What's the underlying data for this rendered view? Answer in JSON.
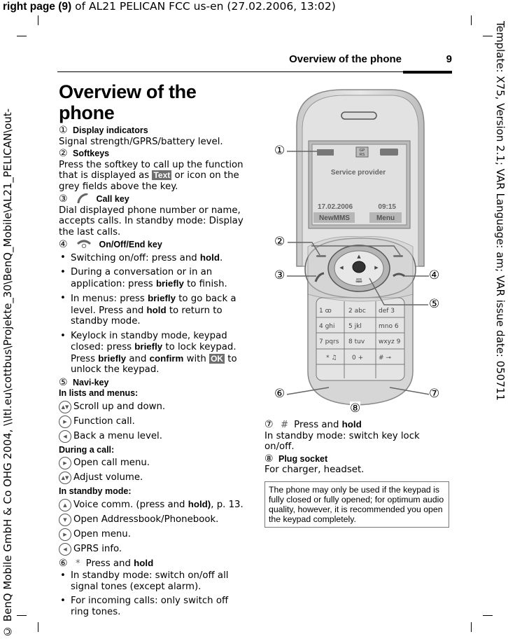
{
  "print_header": {
    "bold": "right page (9)",
    "rest": " of AL21 PELICAN FCC us-en  (27.02.2006, 13:02)"
  },
  "side_right": "Template: X75, Version 2.1; VAR Language: am; VAR issue date: 050711",
  "side_left": "© BenQ Mobile GmbH & Co OHG 2004, \\\\Itl.eu\\cottbus\\Projekte_30\\BenQ_Mobile\\AL21_PELICAN\\out-",
  "running_head": {
    "title": "Overview of the phone",
    "page": "9"
  },
  "title": "Overview of the phone",
  "sections": {
    "s1": {
      "num": "①",
      "heading": "Display indicators",
      "text": "Signal strength/GPRS/battery level."
    },
    "s2": {
      "num": "②",
      "heading": "Softkeys",
      "text_a": "Press the softkey to call up the function that is displayed as ",
      "chip": "Text",
      "text_b": " or icon on the grey fields above the key."
    },
    "s3": {
      "num": "③",
      "icon": "call-key-icon",
      "heading": "Call key",
      "text": "Dial displayed phone number or name, accepts calls. In standby mode: Display the last calls."
    },
    "s4": {
      "num": "④",
      "icon": "end-key-icon",
      "heading": "On/Off/End key",
      "b1_a": "Switching on/off: press and ",
      "b1_b": "hold",
      "b1_c": ".",
      "b2_a": "During a conversation or in an application: press ",
      "b2_b": "briefly",
      "b2_c": " to finish.",
      "b3_a": "In menus: press ",
      "b3_b": "briefly",
      "b3_c": " to go back a level. Press and ",
      "b3_d": "hold",
      "b3_e": " to return to standby mode.",
      "b4_a": "Keylock in standby mode, keypad closed: press ",
      "b4_b": "briefly",
      "b4_c": " to lock keypad. Press ",
      "b4_d": "briefly",
      "b4_e": " and ",
      "b4_f": "confirm",
      "b4_g": " with ",
      "b4_chip": "OK",
      "b4_h": " to unlock the keypad."
    },
    "s5": {
      "num": "⑤",
      "heading": "Navi-key",
      "lists_heading": "In lists and menus:",
      "lists": [
        "Scroll up and down.",
        "Function call.",
        "Back a menu level."
      ],
      "call_heading": "During a call:",
      "call": [
        "Open call menu.",
        "Adjust volume."
      ],
      "standby_heading": "In standby mode:",
      "standby_1a": "Voice comm. (press and ",
      "standby_1b": "hold)",
      "standby_1c": ", p. 13.",
      "standby": [
        "Open Addressbook/Phonebook.",
        "Open menu.",
        "GPRS info."
      ]
    },
    "s6": {
      "num": "⑥",
      "key": "*",
      "text_a": "Press and ",
      "text_b": "hold",
      "b1": "In standby mode: switch on/off all signal tones (except alarm).",
      "b2": "For incoming calls: only switch off ring tones."
    },
    "s7": {
      "num": "⑦",
      "key": "#",
      "text_a": "Press and ",
      "text_b": "hold",
      "text": "In standby mode: switch key lock on/off."
    },
    "s8": {
      "num": "⑧",
      "heading": "Plug socket",
      "text": "For charger, headset."
    }
  },
  "note": "The phone may only be used if the keypad is fully closed or fully opened; for optimum audio quality, however, it is recommended you open the keypad completely.",
  "phone": {
    "screen": {
      "provider": "Service provider",
      "date": "17.02.2006",
      "time": "09:15",
      "softkey_left": "NewMMS",
      "softkey_right": "Menu",
      "gprs": "GP RS"
    },
    "callouts": [
      "①",
      "②",
      "③",
      "④",
      "⑤",
      "⑥",
      "⑦",
      "⑧"
    ],
    "keys": [
      [
        "1 ꝏ",
        "2 abc",
        "def 3"
      ],
      [
        "4 ghi",
        "5 jkl",
        "mno 6"
      ],
      [
        "7 pqrs",
        "8 tuv",
        "wxyz 9"
      ],
      [
        "* ♫",
        "0 +",
        "# ⊸"
      ]
    ]
  }
}
